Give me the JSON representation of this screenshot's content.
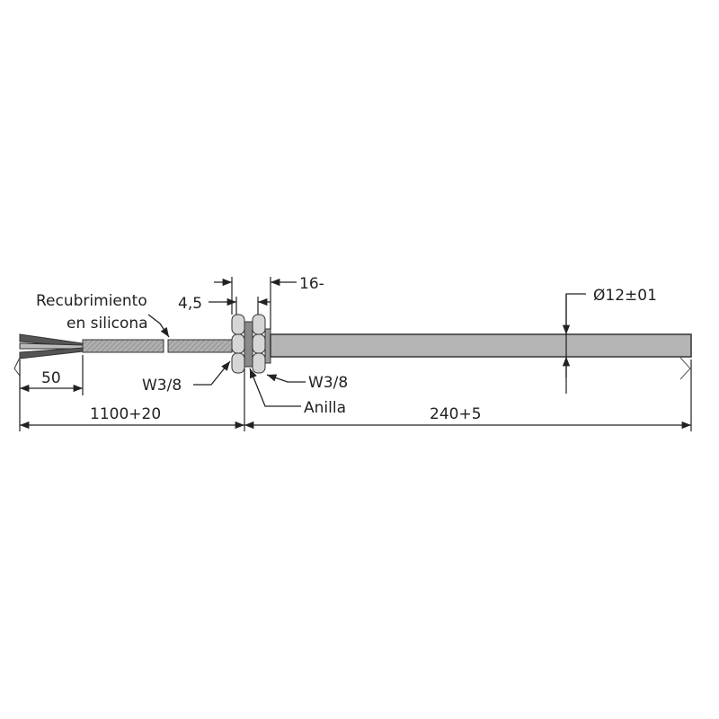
{
  "labels": {
    "coating_line1": "Recubrimiento",
    "coating_line2": "en silicona",
    "dim_nut_gap": "4,5",
    "dim_thread_length": "16-",
    "dim_diameter": "Ø12±01",
    "dim_wire_strip": "50",
    "dim_cable_length": "1100+20",
    "dim_rod_length": "240+5",
    "thread_left": "W3/8",
    "thread_right": "W3/8",
    "ring": "Anilla"
  },
  "colors": {
    "rod": "#b4b4b4",
    "cable": "#a8a8a8",
    "nut": "#d6d6d6",
    "ring": "#8a8a8a",
    "line": "#222222"
  }
}
